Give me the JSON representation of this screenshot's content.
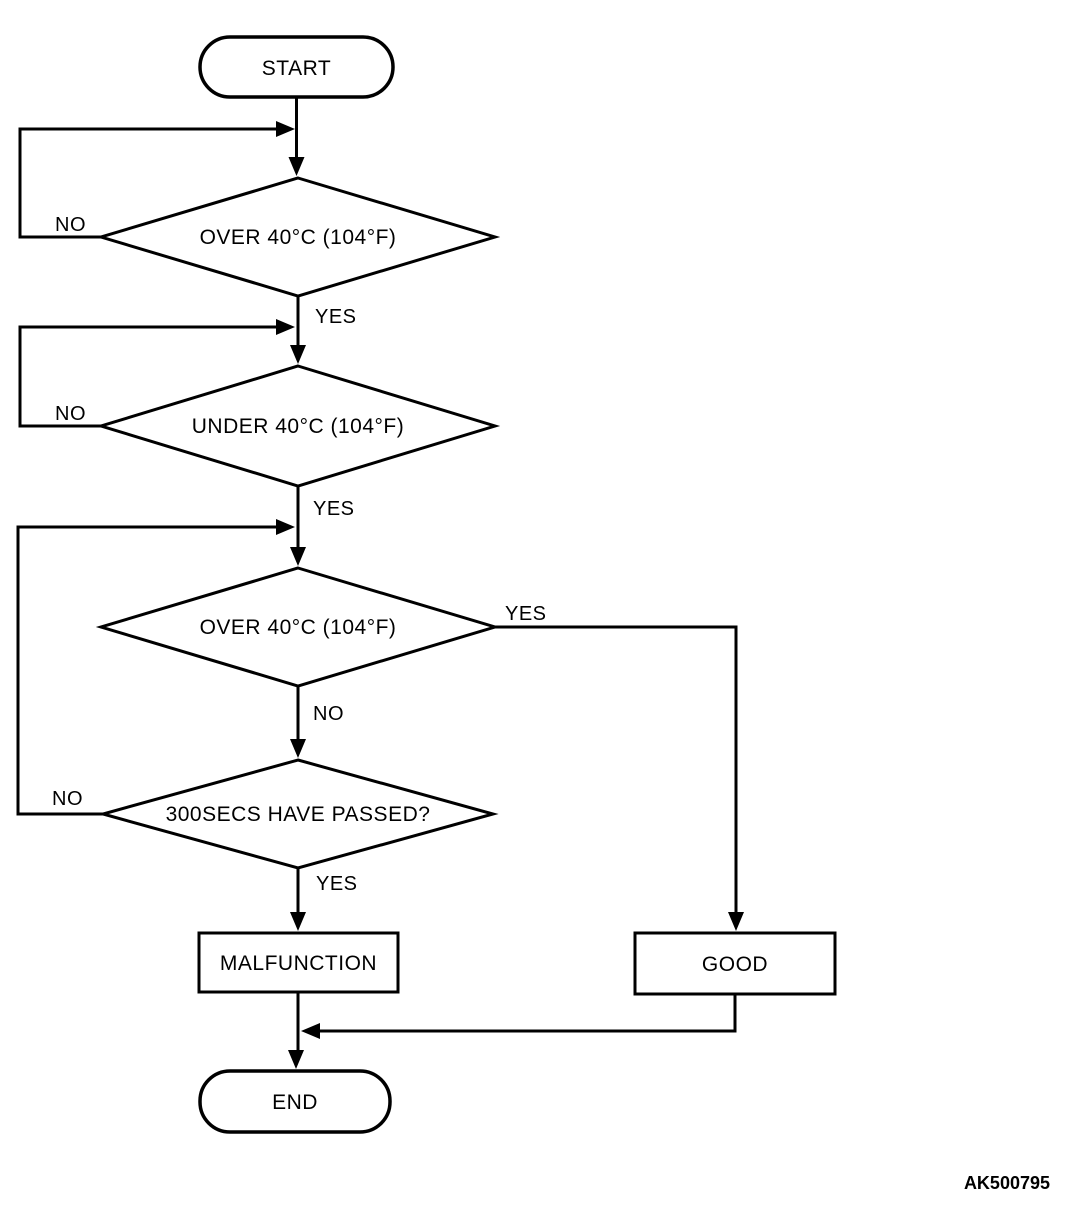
{
  "colors": {
    "line": "#000000",
    "background": "#ffffff",
    "text": "#000000"
  },
  "figure_code": "AK500795",
  "flowchart": {
    "nodes": {
      "start": {
        "type": "terminator",
        "label": "START"
      },
      "check1": {
        "type": "decision",
        "label": "OVER 40°C (104°F)"
      },
      "check2": {
        "type": "decision",
        "label": "UNDER 40°C (104°F)"
      },
      "check3": {
        "type": "decision",
        "label": "OVER 40°C (104°F)"
      },
      "check4": {
        "type": "decision",
        "label": "300SECS HAVE PASSED?"
      },
      "malfunction": {
        "type": "process",
        "label": "MALFUNCTION"
      },
      "good": {
        "type": "process",
        "label": "GOOD"
      },
      "end": {
        "type": "terminator",
        "label": "END"
      }
    },
    "edge_labels": {
      "check1_no": "NO",
      "check1_yes": "YES",
      "check2_no": "NO",
      "check2_yes": "YES",
      "check3_yes": "YES",
      "check3_no": "NO",
      "check4_no": "NO",
      "check4_yes": "YES"
    }
  }
}
